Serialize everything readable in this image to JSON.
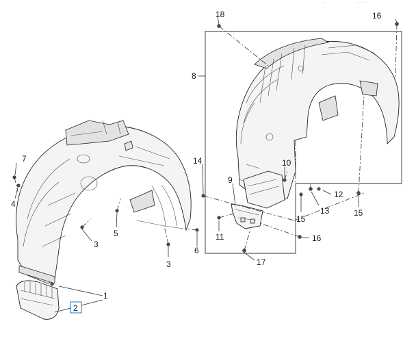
{
  "header": {
    "left_fragment": "...",
    "right_fragment": "........"
  },
  "callouts": {
    "c1": "1",
    "c2": "2",
    "c3a": "3",
    "c3b": "3",
    "c4": "4",
    "c5": "5",
    "c6": "6",
    "c7": "7",
    "c8": "8",
    "c9": "9",
    "c10": "10",
    "c11": "11",
    "c12": "12",
    "c13": "13",
    "c14": "14",
    "c15a": "15",
    "c15b": "15",
    "c16a": "16",
    "c16b": "16",
    "c17": "17",
    "c18": "18"
  },
  "highlight": {
    "callout": "2",
    "color": "#3a8fd0"
  }
}
